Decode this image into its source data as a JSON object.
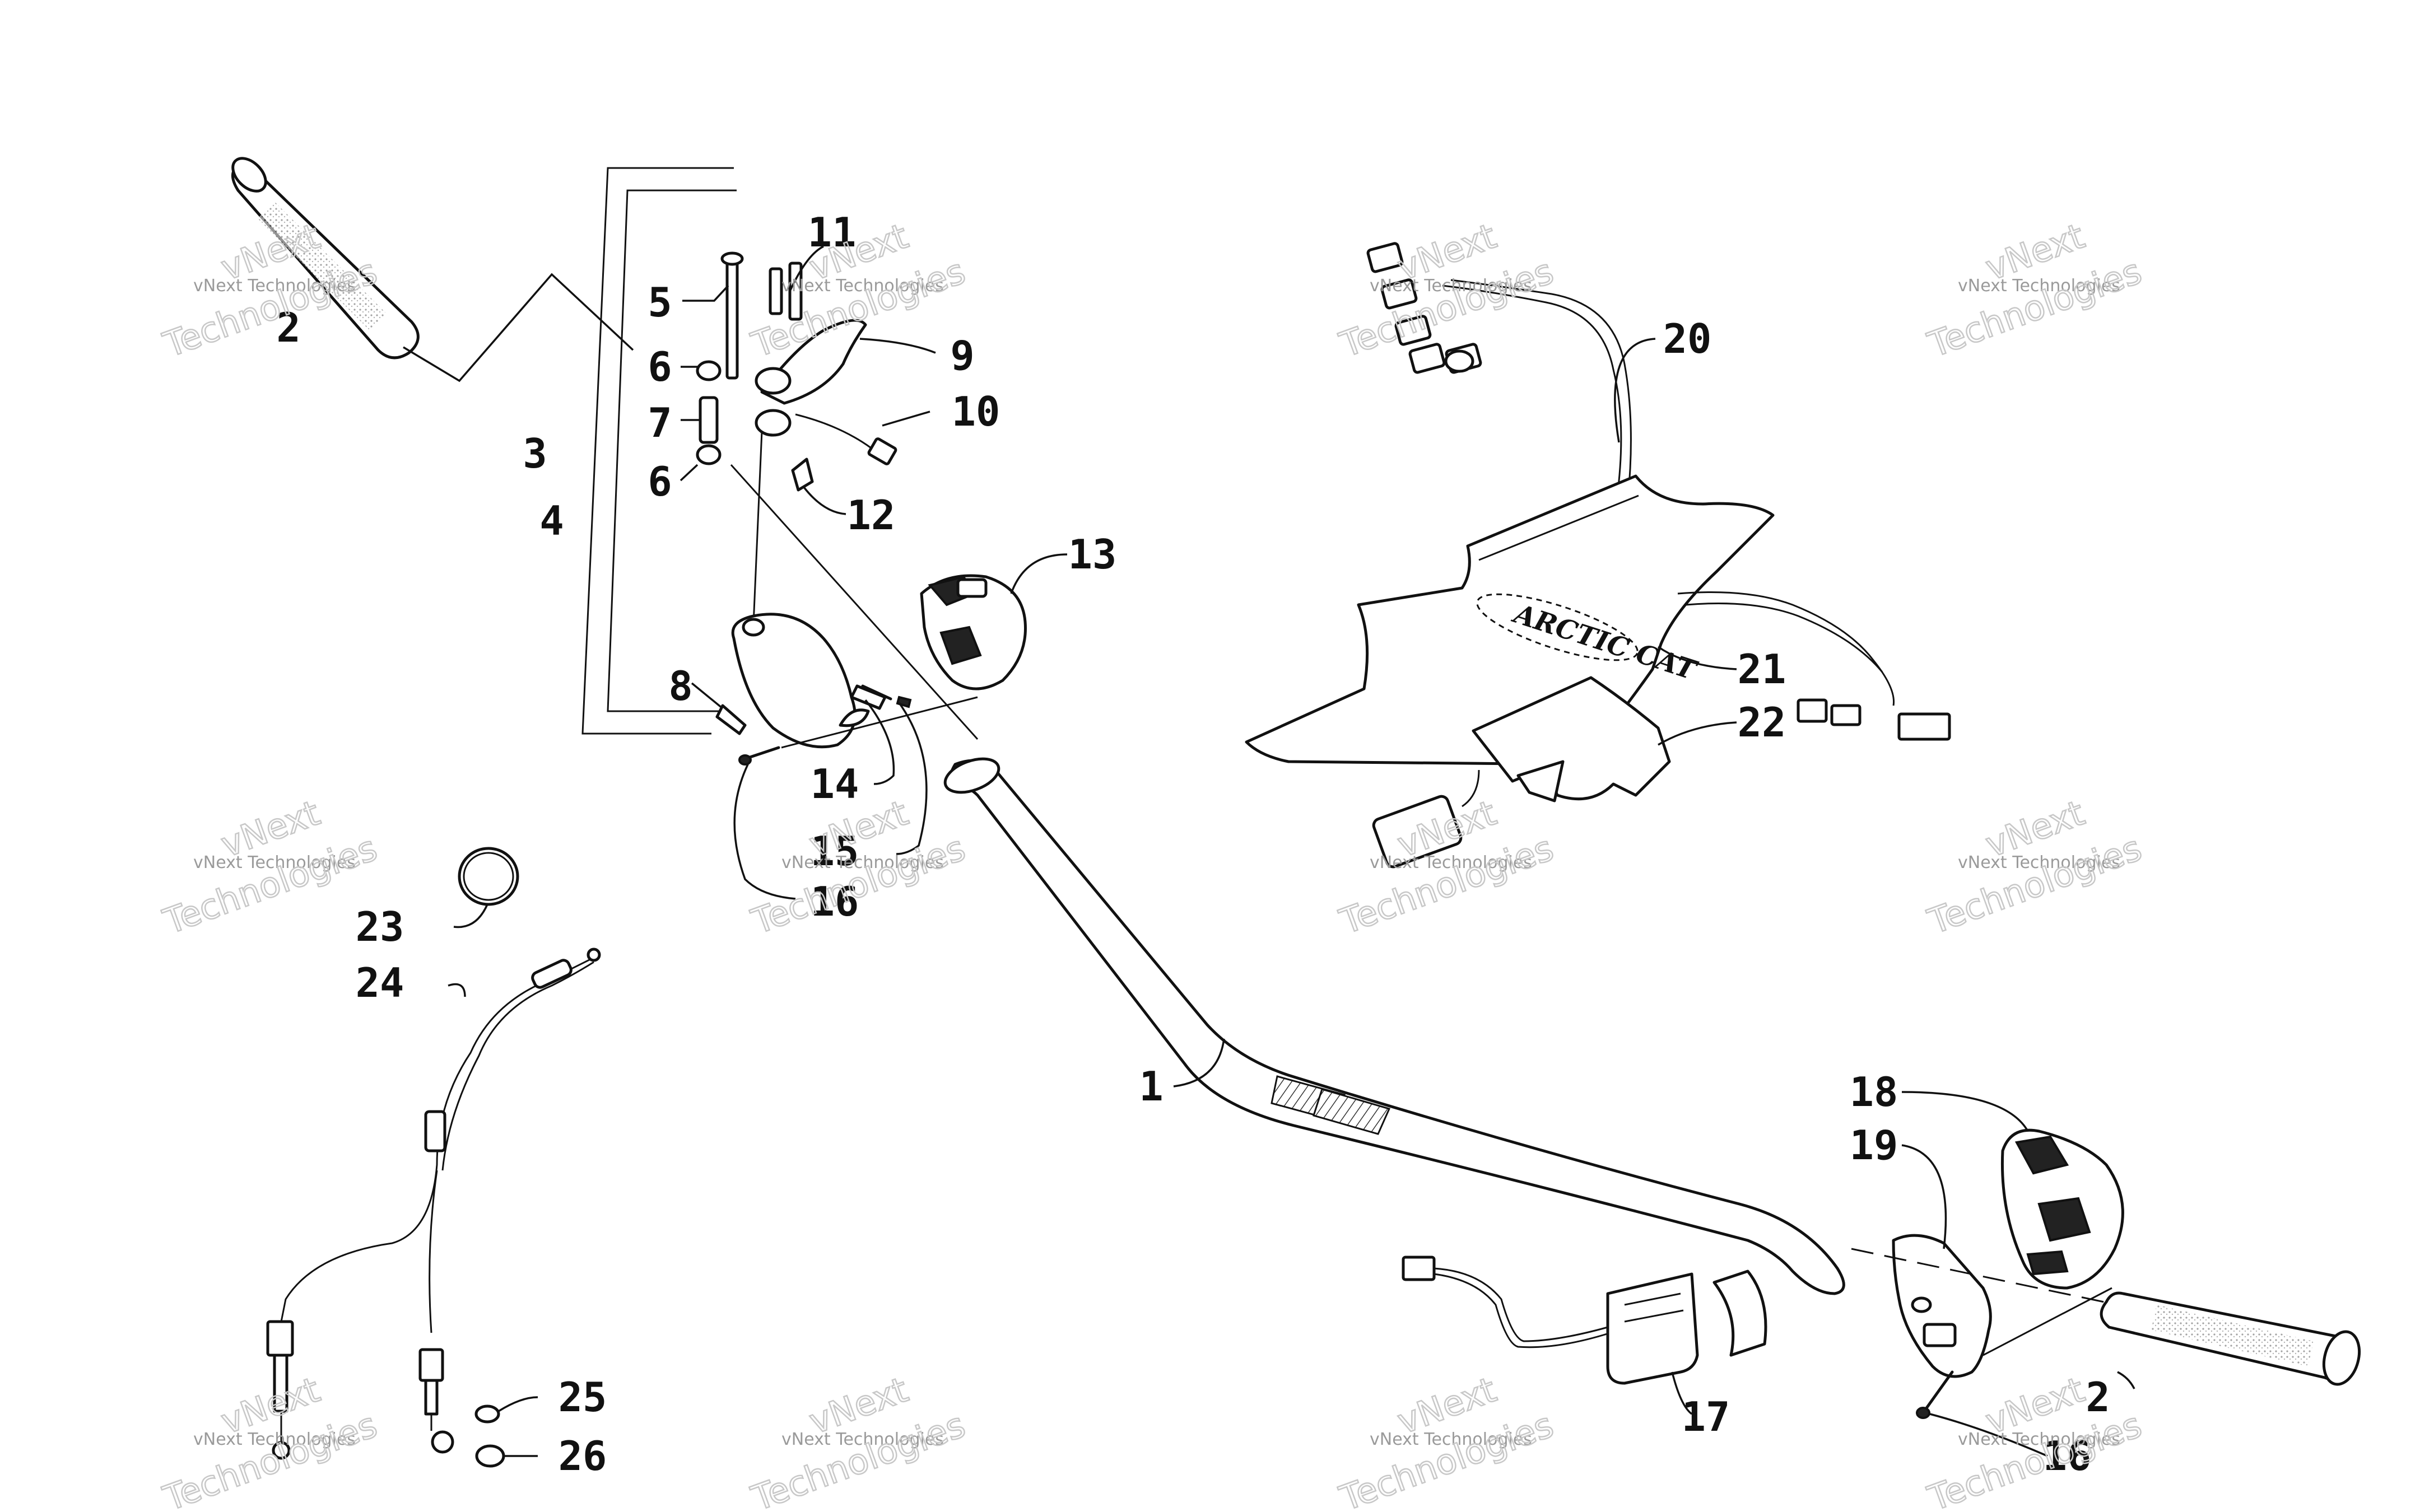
{
  "diagram": {
    "watermark": {
      "line1": "vNext Technologies",
      "line2": "Technologies",
      "big_text": "vNext"
    },
    "callouts": [
      {
        "id": "c1",
        "label": "1"
      },
      {
        "id": "c2a",
        "label": "2"
      },
      {
        "id": "c2b",
        "label": "2"
      },
      {
        "id": "c3",
        "label": "3"
      },
      {
        "id": "c4",
        "label": "4"
      },
      {
        "id": "c5",
        "label": "5"
      },
      {
        "id": "c6a",
        "label": "6"
      },
      {
        "id": "c6b",
        "label": "6"
      },
      {
        "id": "c7",
        "label": "7"
      },
      {
        "id": "c8",
        "label": "8"
      },
      {
        "id": "c9",
        "label": "9"
      },
      {
        "id": "c10",
        "label": "10"
      },
      {
        "id": "c11",
        "label": "11"
      },
      {
        "id": "c12",
        "label": "12"
      },
      {
        "id": "c13",
        "label": "13"
      },
      {
        "id": "c14",
        "label": "14"
      },
      {
        "id": "c15",
        "label": "15"
      },
      {
        "id": "c16a",
        "label": "16"
      },
      {
        "id": "c16b",
        "label": "16"
      },
      {
        "id": "c17",
        "label": "17"
      },
      {
        "id": "c18",
        "label": "18"
      },
      {
        "id": "c19",
        "label": "19"
      },
      {
        "id": "c20",
        "label": "20"
      },
      {
        "id": "c21",
        "label": "21"
      },
      {
        "id": "c22",
        "label": "22"
      },
      {
        "id": "c23",
        "label": "23"
      },
      {
        "id": "c24",
        "label": "24"
      },
      {
        "id": "c25",
        "label": "25"
      },
      {
        "id": "c26",
        "label": "26"
      }
    ],
    "pad_brand_text": "ARCTIC CAT"
  }
}
